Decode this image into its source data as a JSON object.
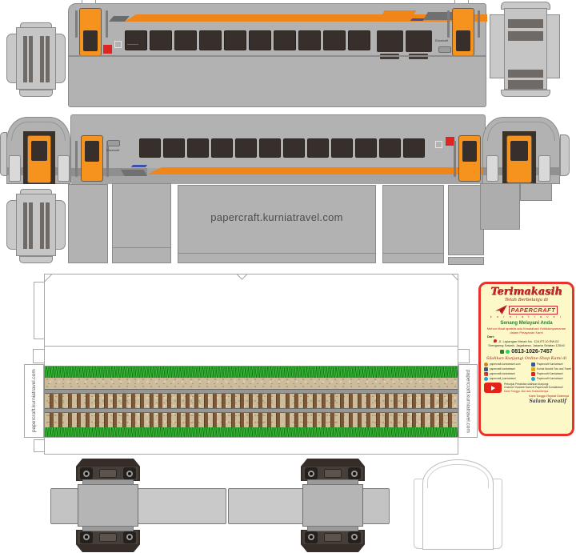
{
  "page": {
    "website_text": "papercraft.kurniatravel.com",
    "class_label": "Eksekutif"
  },
  "colors": {
    "train-gray": "#b2b2b2",
    "train-dark-window": "#372f2b",
    "livery-orange": "#f08519",
    "door-orange": "#f6921e",
    "signal-red": "#e02421",
    "track-green": "#1c9e1c",
    "ballast-tan": "#cdbc9b",
    "sleeper-brown": "#7b5836",
    "card-red": "#e8332d",
    "card-yellow": "#fcf8c8"
  },
  "thank_you_card": {
    "title": "Terimakasih",
    "subtitle": "Telah Berbelanja di",
    "logo_name": "PAPERCRAFT",
    "logo_sub": "k u r n i a t r a v e l",
    "greeting": "Senang Melayani Anda",
    "apology_line1": "Mohon Maaf apabila ada Kesalahan/ Ketidaknyamanan",
    "apology_line2": "dalam Pelayanan Kami",
    "address_label": "Dari:",
    "address_line1": "Jl. Lapangan Merah No. 12A RT.10 RW.02",
    "address_line2": "Srengseng Sawah, Jagakarsa, Jakarta Selatan 12640",
    "phone": "0813-1026-7457",
    "shop_heading": "Silahkan Kunjungi Online-Shop Kami di",
    "social_accounts": [
      {
        "icon": "globe",
        "label": "papercraft.kurniatravel.com"
      },
      {
        "icon": "facebook",
        "label": "Papercraft Kurniatravel"
      },
      {
        "icon": "facebook",
        "label": "papercraft kurniatravel"
      },
      {
        "icon": "bird",
        "label": "Kurnia Nuraini Tour and Travel"
      },
      {
        "icon": "instagram",
        "label": "papercraft.kurniatravel"
      },
      {
        "icon": "youtube",
        "label": "Papercraft Kurniatravel"
      },
      {
        "icon": "twitter",
        "label": "papercraft_kurniatravel"
      },
      {
        "icon": "telegram",
        "label": "Papercraft Kurniatravel"
      }
    ],
    "youtube_line1": "Petunjuk Perakitan silahkan kunjungi",
    "youtube_line2": "Channel Youtube Kami di Papercraft Kurniatravel",
    "youtube_line3": "Kami Tunggu Like dan Subscribenya",
    "closing_line1": "Kami Tunggu Repeat Ordernya",
    "closing_line2": "Salam Kreatif"
  }
}
